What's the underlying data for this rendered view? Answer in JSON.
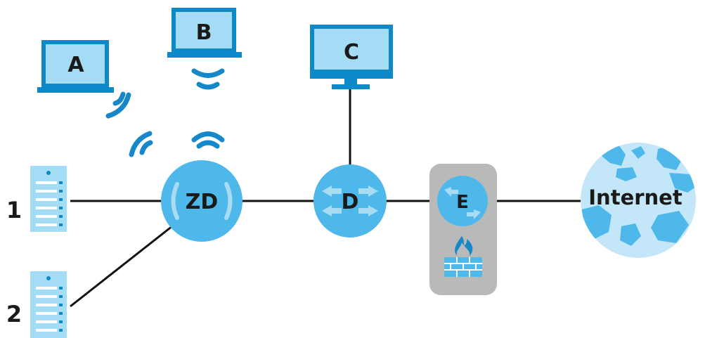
{
  "colors": {
    "device_fill": "#a5dcf5",
    "device_stroke": "#0d89c9",
    "node_fill": "#4eb8ea",
    "node_ring": "#a8dcf4",
    "wifi": "#1687c8",
    "line": "#111111",
    "firewall_panel": "#b9b9b9",
    "globe_ocean": "#c3e6f8",
    "globe_land": "#4eb8ea",
    "text": "#1a1a1a"
  },
  "devices": {
    "laptop_a": {
      "label": "A",
      "icon": "laptop-icon"
    },
    "laptop_b": {
      "label": "B",
      "icon": "laptop-icon"
    },
    "monitor_c": {
      "label": "C",
      "icon": "monitor-icon"
    },
    "server_1": {
      "label": "1",
      "icon": "server-icon"
    },
    "server_2": {
      "label": "2",
      "icon": "server-icon"
    }
  },
  "nodes": {
    "zd": {
      "label": "ZD",
      "icon": "wireless-controller-icon"
    },
    "d": {
      "label": "D",
      "icon": "router-icon"
    },
    "e": {
      "label": "E",
      "icon": "router-icon"
    },
    "firewall": {
      "icon": "firewall-icon"
    },
    "internet": {
      "label": "Internet",
      "icon": "globe-icon"
    }
  }
}
